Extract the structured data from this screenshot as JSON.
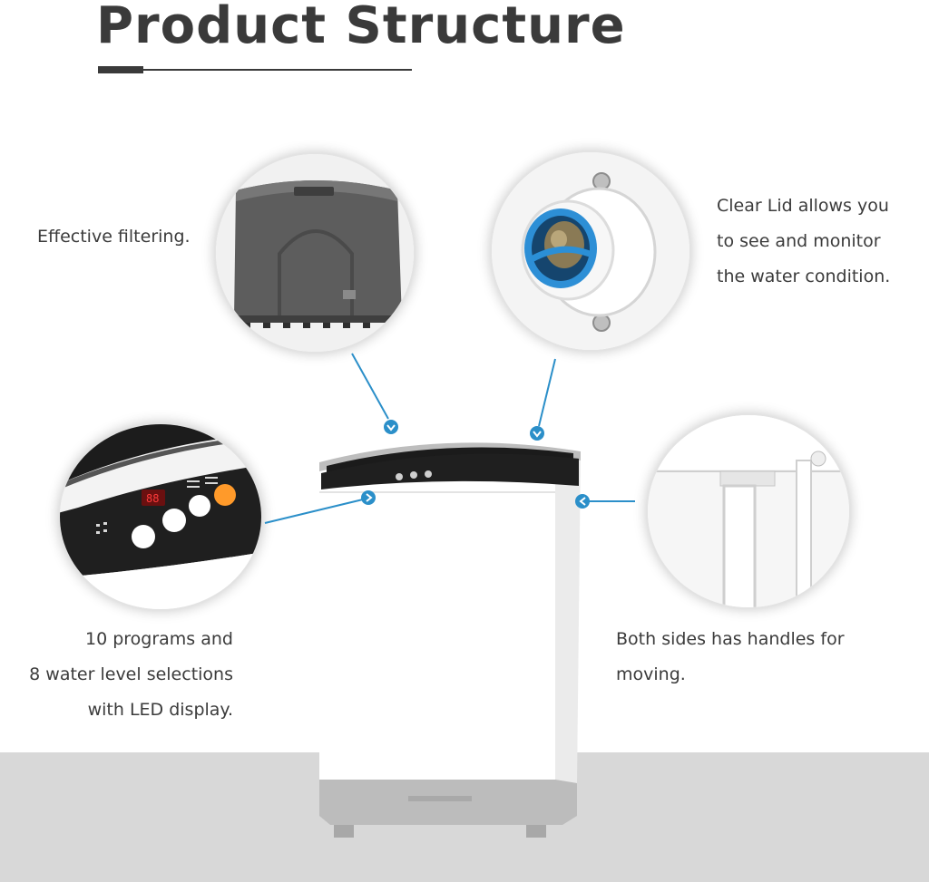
{
  "header": {
    "title": "Product Structure"
  },
  "features": {
    "filter": {
      "lines": [
        "Effective filtering."
      ]
    },
    "lid": {
      "lines": [
        "Clear Lid  allows you",
        "to see and monitor",
        "the water condition."
      ]
    },
    "panel": {
      "lines": [
        "10 programs and",
        "8 water level selections",
        "with LED display."
      ]
    },
    "handles": {
      "lines": [
        "Both sides has handles for",
        "moving."
      ]
    }
  },
  "colors": {
    "title": "#3a3a3a",
    "accent": "#2b8fc9",
    "floor": "#d8d8d8",
    "lid_black": "#1b1b1b",
    "body_white": "#ffffff",
    "base_gray": "#b9b9b9"
  },
  "icons": [
    "filter-closeup",
    "water-inlet-closeup",
    "control-panel-closeup",
    "side-handle-closeup",
    "chevron-marker-icon"
  ]
}
